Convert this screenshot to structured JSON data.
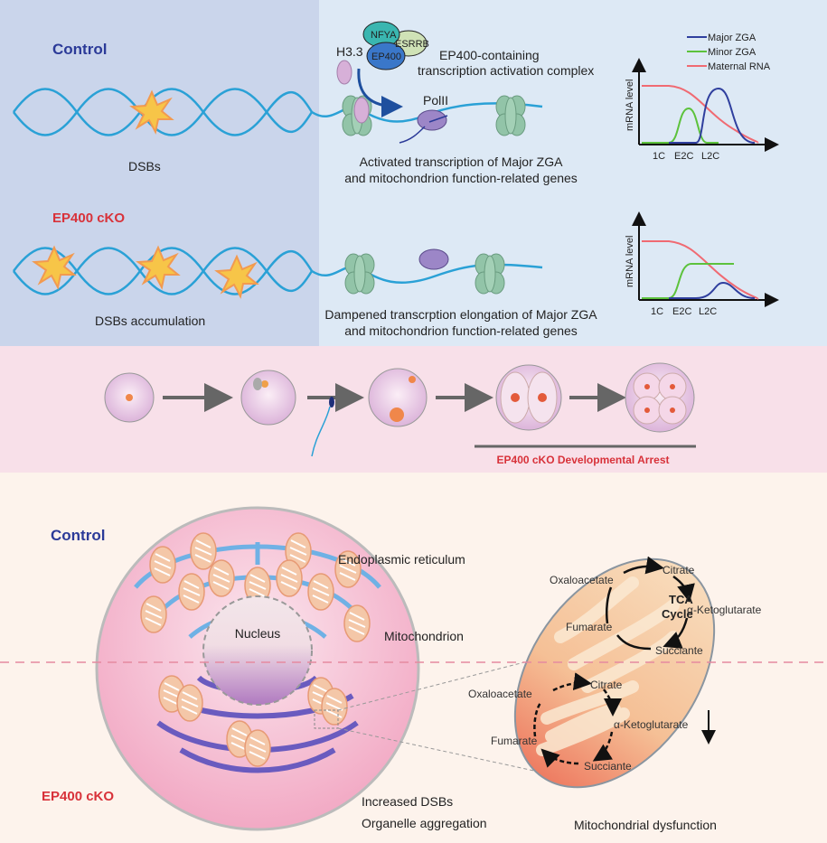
{
  "colors": {
    "control": "#2b3a98",
    "ko": "#d8323a",
    "major_zga": "#2f3f9e",
    "minor_zga": "#5cc23c",
    "maternal_rna": "#f06a72"
  },
  "top": {
    "control_label": "Control",
    "ko_label": "EP400 cKO",
    "dsbs": "DSBs",
    "dsbs_accumulation": "DSBs accumulation",
    "h33": "H3.3",
    "nfya": "NFYA",
    "esrrb": "ESRRB",
    "ep400": "EP400",
    "complex_line1": "EP400-containing",
    "complex_line2": "transcription activation complex",
    "polii": "PolII",
    "activated_line1": "Activated transcription of Major ZGA",
    "activated_line2": "and mitochondrion function-related genes",
    "dampened_line1": "Dampened transcrption elongation of Major ZGA",
    "dampened_line2": "and mitochondrion function-related genes"
  },
  "charts": {
    "ylabel": "mRNA level",
    "ticks": [
      "1C",
      "E2C",
      "L2C"
    ],
    "legend": [
      "Major ZGA",
      "Minor ZGA",
      "Maternal RNA"
    ]
  },
  "middle": {
    "arrest_label": "EP400 cKO Developmental Arrest"
  },
  "bottom": {
    "control_label": "Control",
    "ko_label": "EP400 cKO",
    "nucleus": "Nucleus",
    "er": "Endoplasmic reticulum",
    "mitochondrion": "Mitochondrion",
    "increased_dsbs": "Increased DSBs",
    "organelle_aggregation": "Organelle aggregation",
    "mito_dysfunction": "Mitochondrial dysfunction",
    "tca": {
      "title1": "TCA",
      "title2": "Cycle",
      "oxaloacetate": "Oxaloacetate",
      "citrate": "Citrate",
      "akg": "α-Ketoglutarate",
      "fumarate": "Fumarate",
      "succiante": "Succiante"
    }
  }
}
